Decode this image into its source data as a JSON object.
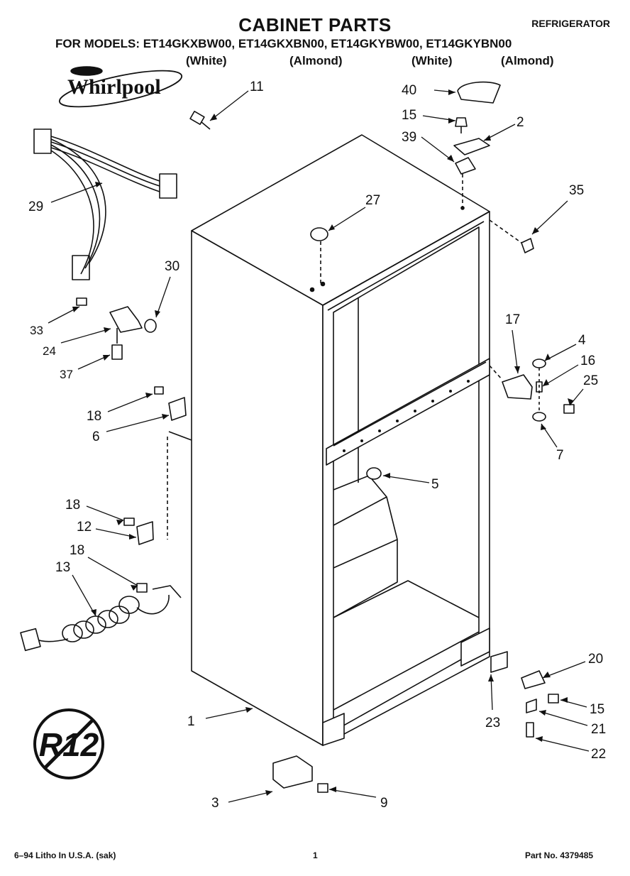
{
  "header": {
    "title": "CABINET PARTS",
    "category": "REFRIGERATOR",
    "models_line": "FOR MODELS: ET14GKXBW00, ET14GKXBN00, ET14GKYBW00, ET14GKYBN00",
    "colors": [
      "(White)",
      "(Almond)",
      "(White)",
      "(Almond)"
    ]
  },
  "logo": {
    "brand": "Whirlpool"
  },
  "callouts": [
    "11",
    "40",
    "15",
    "2",
    "39",
    "35",
    "29",
    "27",
    "30",
    "33",
    "24",
    "37",
    "17",
    "4",
    "16",
    "25",
    "18",
    "6",
    "7",
    "5",
    "18",
    "12",
    "18",
    "13",
    "20",
    "15",
    "1",
    "23",
    "21",
    "22",
    "3",
    "9"
  ],
  "badge": {
    "text": "R12"
  },
  "footer": {
    "left": "6–94 Litho In U.S.A. (sak)",
    "page": "1",
    "part": "Part No. 4379485"
  }
}
